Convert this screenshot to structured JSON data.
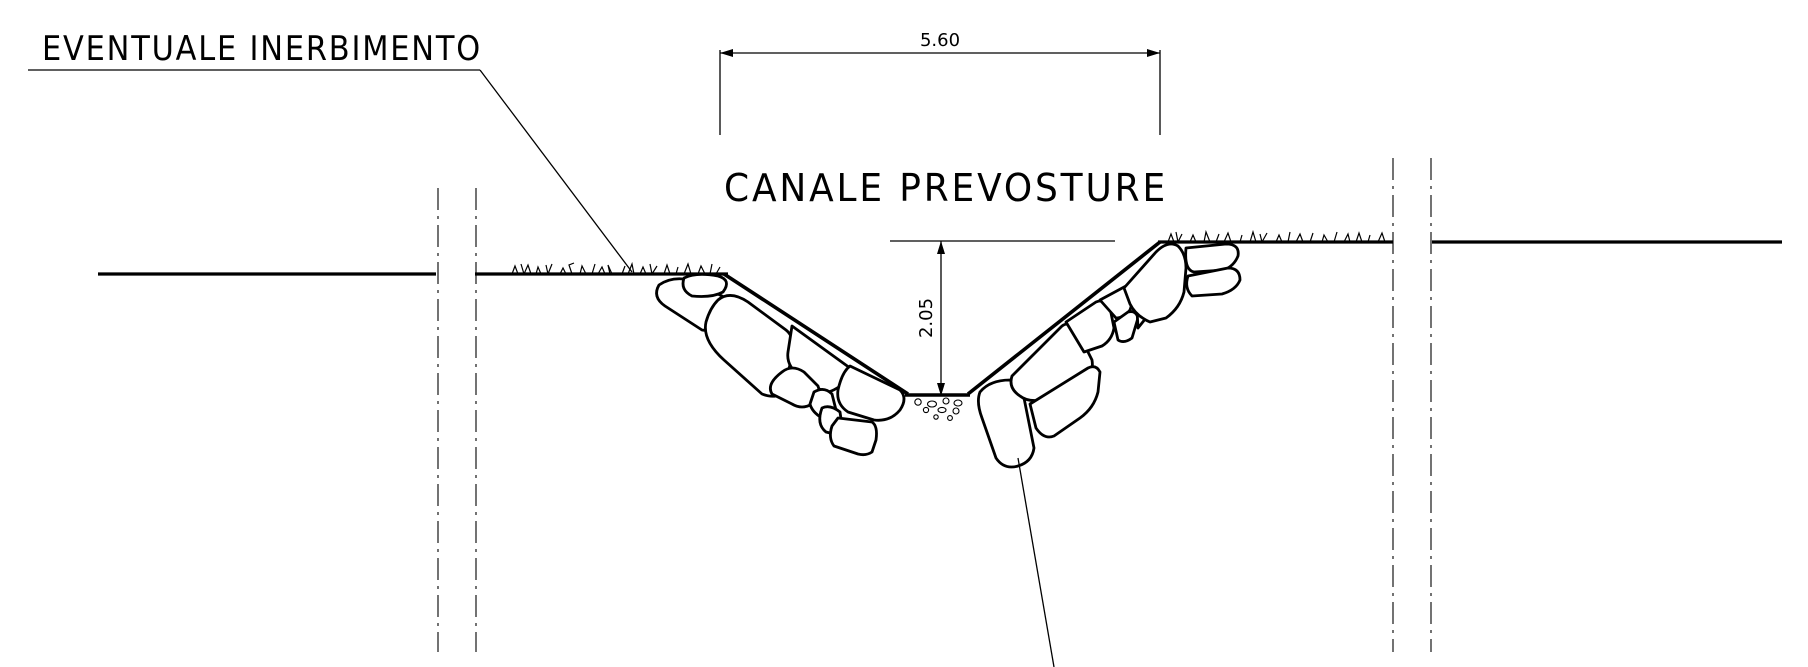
{
  "labels": {
    "grass_note": "EVENTUALE INERBIMENTO",
    "canal_name": "CANALE PREVOSTURE",
    "width_dimension": "5.60",
    "depth_dimension": "2.05"
  },
  "colors": {
    "line": "#000000",
    "background": "#ffffff"
  }
}
